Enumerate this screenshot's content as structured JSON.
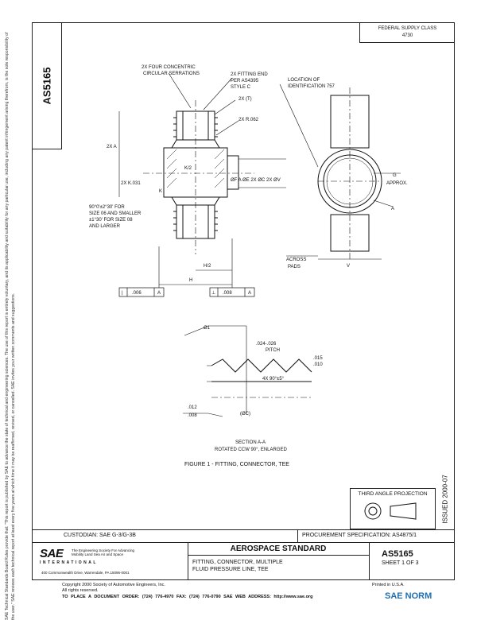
{
  "doc_number": "AS5165",
  "federal_supply_class": {
    "label": "FEDERAL SUPPLY CLASS",
    "value": "4730"
  },
  "margin_text": "SAE Technical Standards Board Rules provide that: \"This report is published by SAE to advance the state of technical and engineering sciences. The use of this report is entirely voluntary, and its applicability and suitability for any particular use, including any patent infringement arising therefrom, is the sole responsibility of the user.\" SAE reviews each technical report at least every five years at which time it may be reaffirmed, revised, or cancelled. SAE invites your written comments and suggestions.",
  "drawing": {
    "callouts": {
      "serrations_1": "2X FOUR CONCENTRIC",
      "serrations_2": "CIRCULAR SERRATIONS",
      "fitting_end_1": "2X FITTING END",
      "fitting_end_2": "PER AS4395",
      "fitting_end_3": "STYLE C",
      "t": "2X (T)",
      "r": "2X R.062",
      "a2x": "2X A",
      "k2": "K/2",
      "k": "K",
      "xk": "2X K.031",
      "angle_1": "90°0'±2°30' FOR",
      "angle_2": "SIZE 06 AND SMALLER",
      "angle_3": "±1°30' FOR SIZE 08",
      "angle_4": "AND LARGER",
      "h2": "H/2",
      "h": "H",
      "tol_a_sym": "|",
      "tol_a_val": ".006",
      "tol_a_ref": "A",
      "tol_b_sym": "⊥",
      "tol_b_val": ".008",
      "tol_b_ref": "A",
      "loc_id_1": "LOCATION OF",
      "loc_id_2": "IDENTIFICATION 757",
      "dims": "ØF  A  ØE  2X ØC  2X ØV",
      "g": "G",
      "approx": "APPROX.",
      "a": "A",
      "across_1": "ACROSS",
      "across_2": "PADS",
      "v": "V",
      "d1": "Ø1",
      "pitch_1": ".024-.026",
      "pitch_2": "PITCH",
      "d015": ".015",
      "d010": ".010",
      "x90": "4X 90°±5°",
      "d012": ".012",
      "d008": ".008",
      "dc": "(ØC)",
      "section_1": "SECTION A-A",
      "section_2": "ROTATED CCW 90°, ENLARGED",
      "figure": "FIGURE 1 - FITTING, CONNECTOR, TEE"
    }
  },
  "third_angle": "THIRD ANGLE PROJECTION",
  "issued": "ISSUED 2000-07",
  "custodian": "CUSTODIAN:  SAE G-3/G-3B",
  "procurement": "PROCUREMENT SPECIFICATION:  AS4875/1",
  "title_block": {
    "standard": "AEROSPACE STANDARD",
    "title_1": "FITTING, CONNECTOR, MULTIPLE",
    "title_2": "FLUID PRESSURE LINE, TEE",
    "number": "AS5165",
    "sheet": "SHEET 1 OF 3"
  },
  "sae": {
    "mark": "SAE",
    "intl": "INTERNATIONAL",
    "tagline": "The Engineering Society For Advancing Mobility Land Sea Air and Space",
    "address": "400 Commonwealth Drive, Warrendale, PA  15096-0001"
  },
  "footer": {
    "copyright_1": "Copyright 2000 Society of Automotive Engineers, Inc.",
    "copyright_2": "All rights reserved.",
    "order": "TO PLACE A DOCUMENT ORDER:  (724) 776-4970     FAX: (724) 776-0790     SAE WEB ADDRESS:  http://www.sae.org",
    "printed": "Printed in U.S.A."
  },
  "watermark": "SAE NORM"
}
